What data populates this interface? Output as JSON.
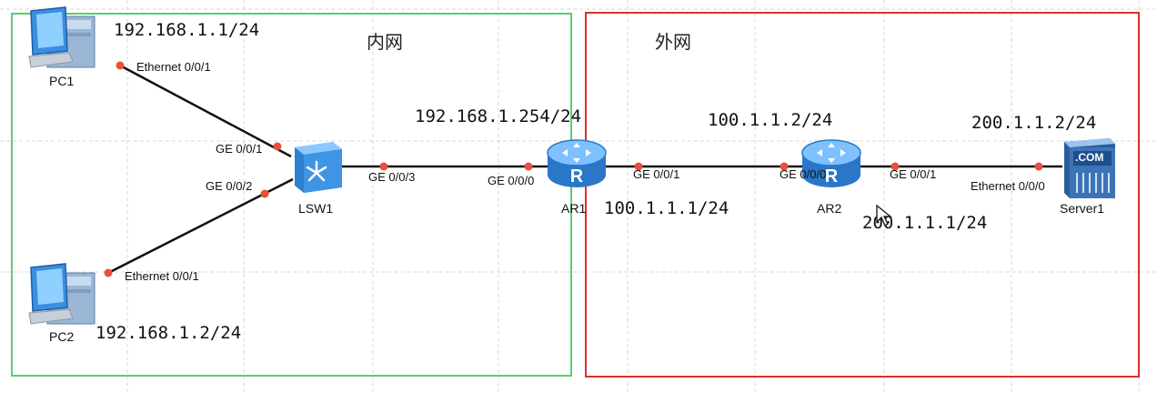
{
  "zones": {
    "inner": {
      "label": "内网",
      "color": "#5ccd6e"
    },
    "outer": {
      "label": "外网",
      "color": "#d9302c"
    }
  },
  "devices": {
    "pc1": {
      "name": "PC1",
      "icon": "pc-icon"
    },
    "pc2": {
      "name": "PC2",
      "icon": "pc-icon"
    },
    "lsw1": {
      "name": "LSW1",
      "icon": "switch-icon"
    },
    "ar1": {
      "name": "AR1",
      "icon": "router-icon"
    },
    "ar2": {
      "name": "AR2",
      "icon": "router-icon"
    },
    "server1": {
      "name": "Server1",
      "icon": "server-icon",
      "badge": ".COM"
    }
  },
  "ports": {
    "pc1_eth": "Ethernet 0/0/1",
    "pc2_eth": "Ethernet 0/0/1",
    "lsw1_ge1": "GE 0/0/1",
    "lsw1_ge2": "GE 0/0/2",
    "lsw1_ge3": "GE 0/0/3",
    "ar1_ge0": "GE 0/0/0",
    "ar1_ge1": "GE 0/0/1",
    "ar2_ge0": "GE 0/0/0",
    "ar2_ge1": "GE 0/0/1",
    "server1_eth": "Ethernet 0/0/0"
  },
  "ips": {
    "pc1": "192.168.1.1/24",
    "pc2": "192.168.1.2/24",
    "ar1_inside": "192.168.1.254/24",
    "ar1_outside": "100.1.1.1/24",
    "ar2_left": "100.1.1.2/24",
    "ar2_right": "200.1.1.1/24",
    "server1": "200.1.1.2/24"
  },
  "colors": {
    "link": "#111111",
    "port_dot": "#e8503a",
    "router_blue": "#2f86d8",
    "switch_blue": "#3a8fdc",
    "server_blue": "#3b6fb0",
    "grid": "#d9d9d9"
  }
}
